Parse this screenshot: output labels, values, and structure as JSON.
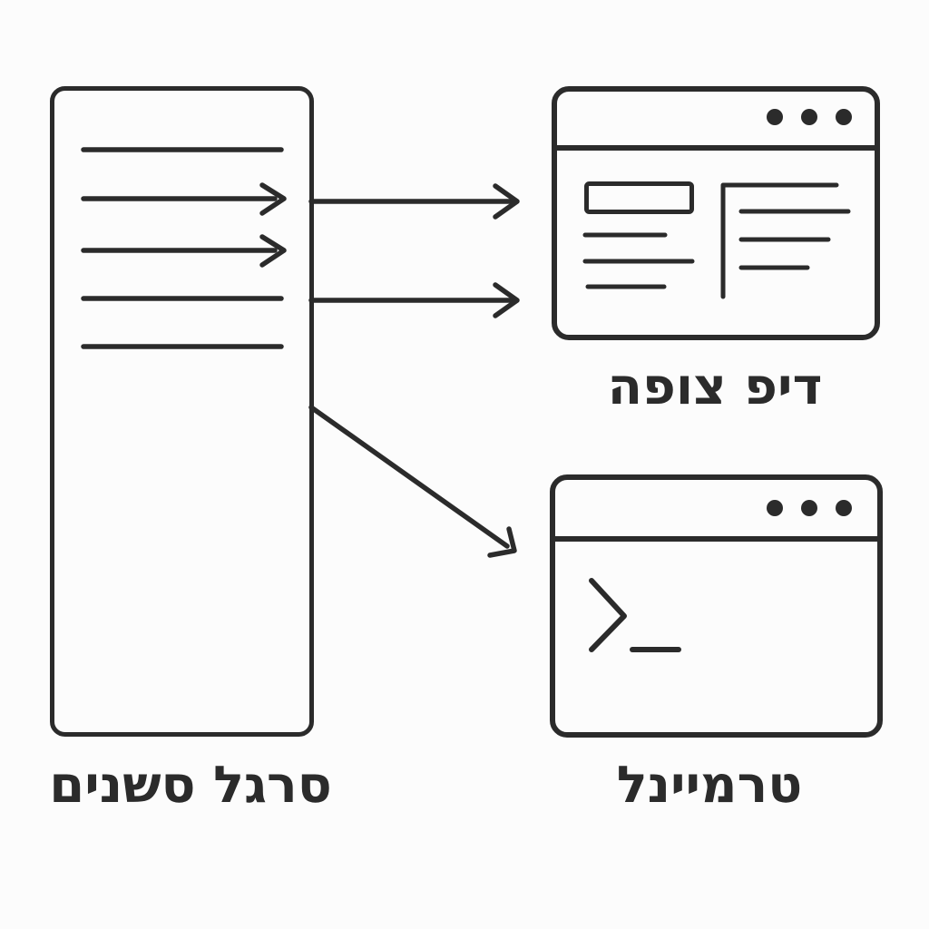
{
  "canvas": {
    "background_color": "#fcfcfc",
    "line_color": "#2b2b2b"
  },
  "diagram": {
    "session_bar": {
      "label": "סרגל סשנים",
      "rows": [
        "line",
        "arrow-line",
        "arrow-line",
        "line",
        "line"
      ]
    },
    "browser_window": {
      "label": "דיפ צופה",
      "window_dots_count": 3,
      "content_items": [
        "header-box",
        "text-line",
        "text-line",
        "text-line",
        "article-frame",
        "text-line",
        "text-line",
        "text-line"
      ]
    },
    "terminal_window": {
      "label": "טרמיינל",
      "window_dots_count": 3,
      "prompt_symbol": ">_"
    },
    "connections": [
      {
        "from": "session_bar",
        "to": "browser_window",
        "style": "straight-arrow"
      },
      {
        "from": "session_bar",
        "to": "browser_window",
        "style": "straight-arrow"
      },
      {
        "from": "session_bar",
        "to": "terminal_window",
        "style": "diagonal-arrow"
      }
    ]
  }
}
